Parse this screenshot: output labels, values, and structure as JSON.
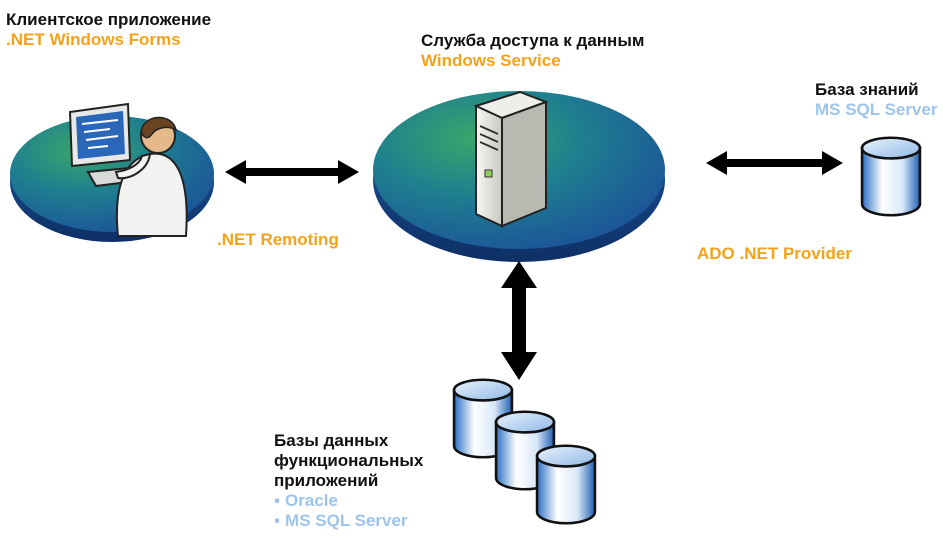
{
  "client": {
    "title": "Клиентское приложение",
    "subtitle": ".NET Windows Forms"
  },
  "service": {
    "title": "Служба доступа к данным",
    "subtitle": "Windows Service"
  },
  "knowledge_base": {
    "title": "База знаний",
    "subtitle": "MS SQL Server"
  },
  "connections": {
    "remoting": ".NET Remoting",
    "ado": "ADO .NET Provider"
  },
  "functional_dbs": {
    "title_lines": [
      "Базы данных",
      "функциональных",
      "приложений"
    ],
    "items": [
      "Oracle",
      "MS SQL Server"
    ]
  },
  "colors": {
    "accent_orange": "#f5a21b",
    "accent_blue": "#9ec4ea",
    "platform_green": "#1b8f52",
    "platform_blue": "#2f6fb0"
  },
  "icons": [
    "user-at-computer-icon",
    "server-tower-icon",
    "database-icon",
    "double-arrow-icon"
  ]
}
